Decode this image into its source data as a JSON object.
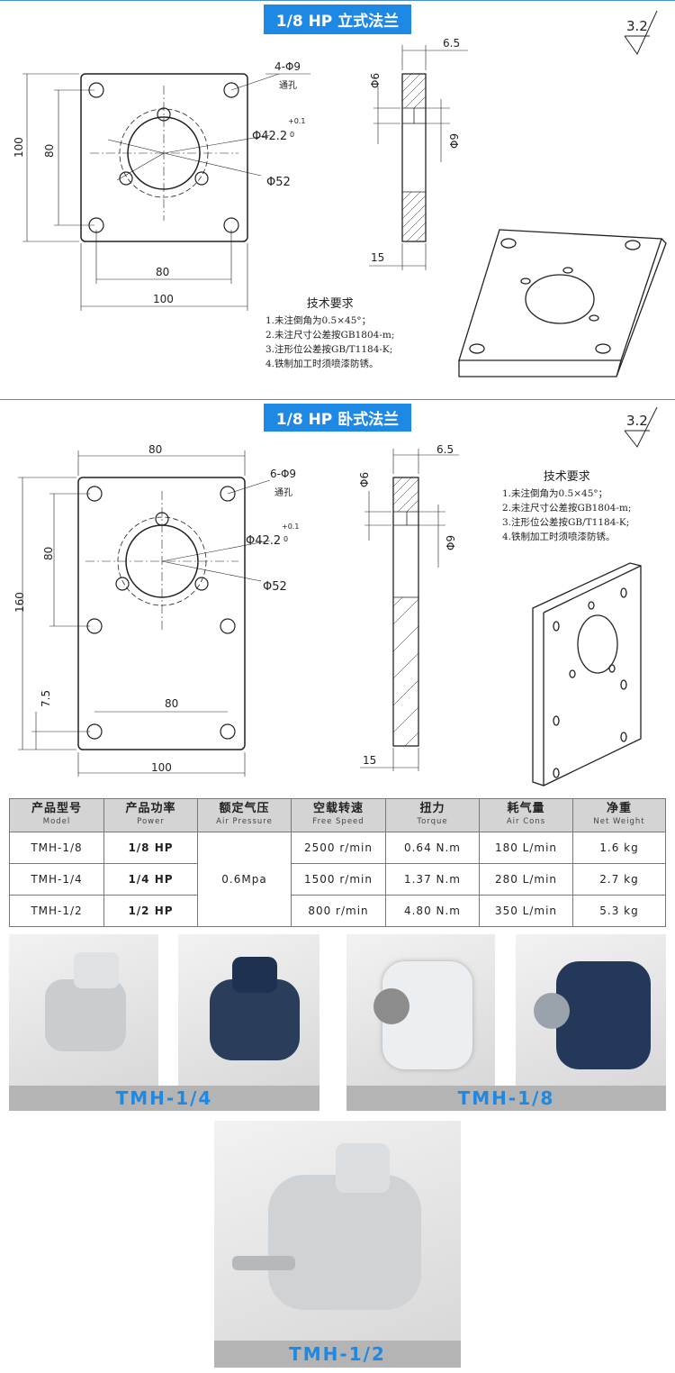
{
  "section1": {
    "title": "1/8 HP 立式法兰",
    "roughness": "3.2",
    "dims": {
      "holes": "4-Φ9",
      "through": "通孔",
      "bore": "Φ42.2",
      "tol_upper": "+0.1",
      "tol_lower": "0",
      "pcd": "Φ52",
      "h_outer": "100",
      "h_inner": "80",
      "w_inner": "80",
      "w_outer": "100",
      "thick": "6.5",
      "d6": "Φ6",
      "d9": "Φ9",
      "side15": "15"
    },
    "tech": {
      "title": "技术要求",
      "items": [
        "1.未注倒角为0.5×45°；",
        "2.未注尺寸公差按GB1804-m;",
        "3.注形位公差按GB/T1184-K;",
        "4.铁制加工时须喷漆防锈。"
      ]
    }
  },
  "section2": {
    "title": "1/8 HP 卧式法兰",
    "roughness": "3.2",
    "dims": {
      "holes": "6-Φ9",
      "through": "通孔",
      "bore": "Φ42.2",
      "tol_upper": "+0.1",
      "tol_lower": "0",
      "pcd": "Φ52",
      "top80": "80",
      "h_outer": "160",
      "h_inner": "80",
      "edge": "7.5",
      "w_inner": "80",
      "w_outer": "100",
      "thick": "6.5",
      "d6": "Φ6",
      "d9": "Φ9",
      "side15": "15"
    },
    "tech": {
      "title": "技术要求",
      "items": [
        "1.未注倒角为0.5×45°；",
        "2.未注尺寸公差按GB1804-m;",
        "3.注形位公差按GB/T1184-K;",
        "4.铁制加工时须喷漆防锈。"
      ]
    }
  },
  "table": {
    "headers": [
      {
        "cn": "产品型号",
        "en": "Model"
      },
      {
        "cn": "产品功率",
        "en": "Power"
      },
      {
        "cn": "额定气压",
        "en": "Air Pressure"
      },
      {
        "cn": "空载转速",
        "en": "Free Speed"
      },
      {
        "cn": "扭力",
        "en": "Torque"
      },
      {
        "cn": "耗气量",
        "en": "Air Cons"
      },
      {
        "cn": "净重",
        "en": "Net Weight"
      }
    ],
    "pressure": "0.6Mpa",
    "rows": [
      {
        "model": "TMH-1/8",
        "power": "1/8 HP",
        "speed": "2500 r/min",
        "torque": "0.64 N.m",
        "air": "180 L/min",
        "weight": "1.6 kg"
      },
      {
        "model": "TMH-1/4",
        "power": "1/4 HP",
        "speed": "1500 r/min",
        "torque": "1.37 N.m",
        "air": "280 L/min",
        "weight": "2.7 kg"
      },
      {
        "model": "TMH-1/2",
        "power": "1/2 HP",
        "speed": "800 r/min",
        "torque": "4.80 N.m",
        "air": "350 L/min",
        "weight": "5.3 kg"
      }
    ]
  },
  "photos": {
    "label_a": "TMH-1/4",
    "label_b": "TMH-1/8",
    "label_c": "TMH-1/2"
  },
  "colors": {
    "accent": "#1e88e5",
    "label_bg": "#b4b4b4",
    "header_bg": "#d4d4d4"
  }
}
